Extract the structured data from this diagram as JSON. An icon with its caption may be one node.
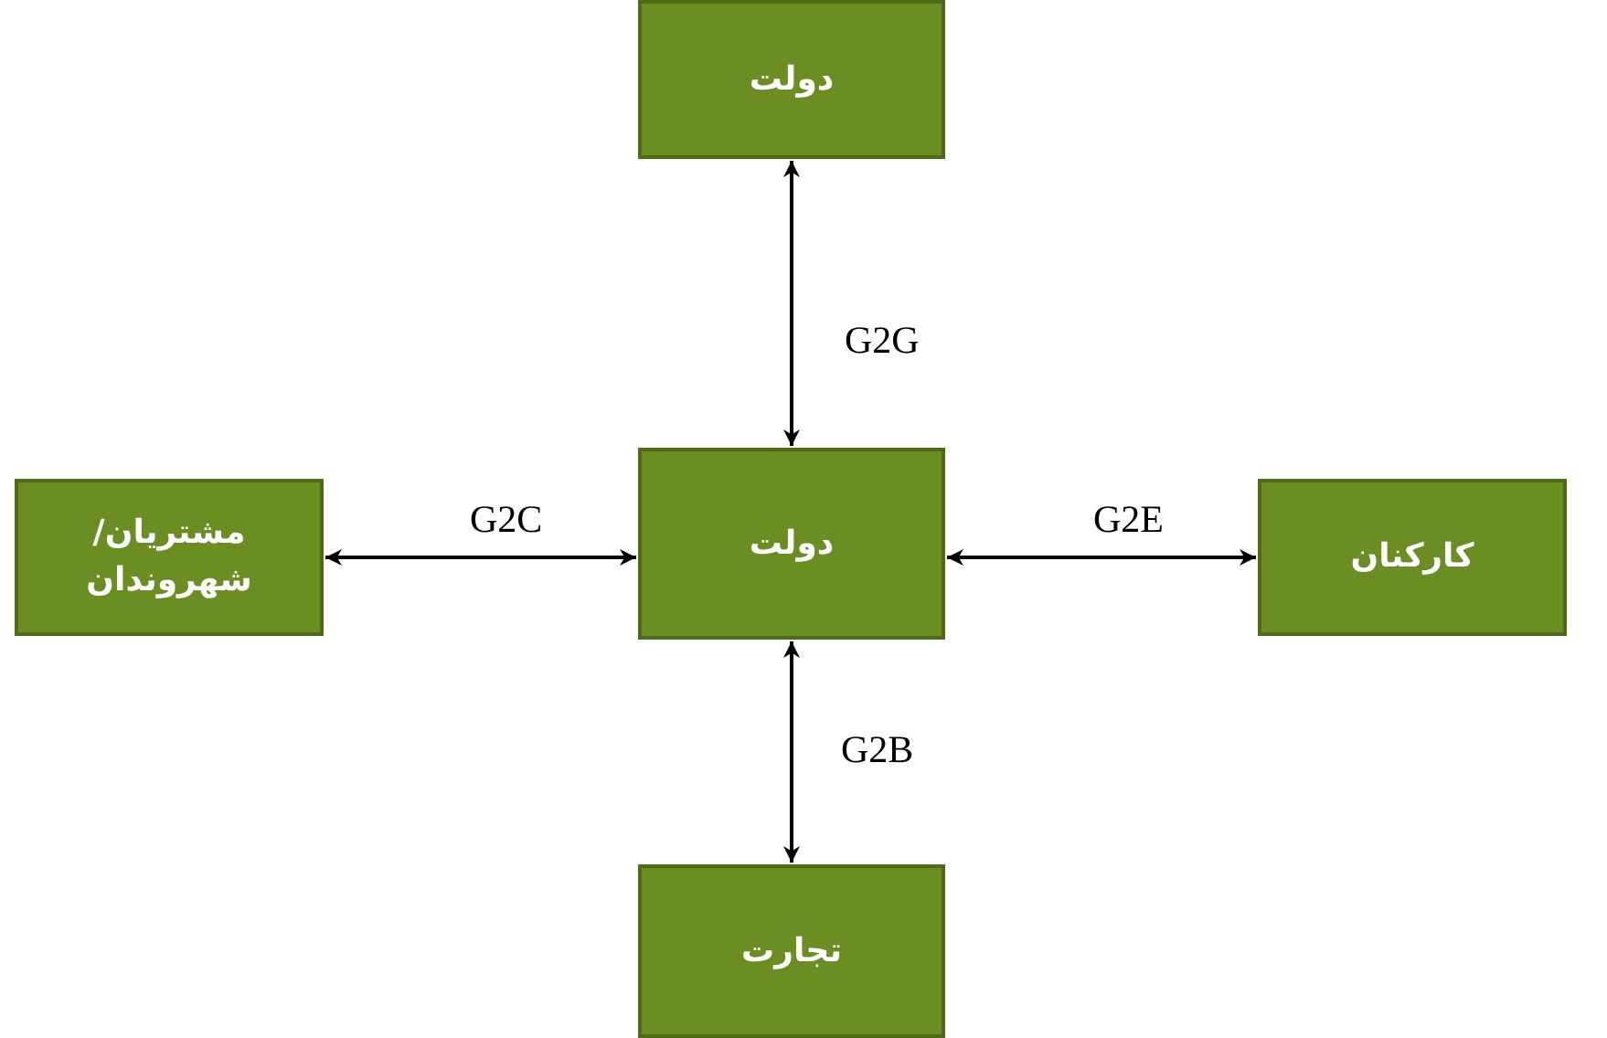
{
  "diagram": {
    "nodes": [
      {
        "text": [
          "دولت"
        ]
      },
      {
        "text": [
          "مشتریان/ شهروندان"
        ]
      },
      {
        "text": [
          "دولت"
        ]
      },
      {
        "text": [
          "کارکنان"
        ]
      },
      {
        "text": [
          "تجارت"
        ]
      }
    ],
    "edges": [
      {
        "from": 2,
        "to": 0,
        "arrow": "both",
        "label": "G2G"
      },
      {
        "from": 2,
        "to": 1,
        "arrow": "both",
        "label": "G2C"
      },
      {
        "from": 2,
        "to": 3,
        "arrow": "both",
        "label": "G2E"
      },
      {
        "from": 2,
        "to": 4,
        "arrow": "both",
        "label": "G2B"
      }
    ]
  }
}
